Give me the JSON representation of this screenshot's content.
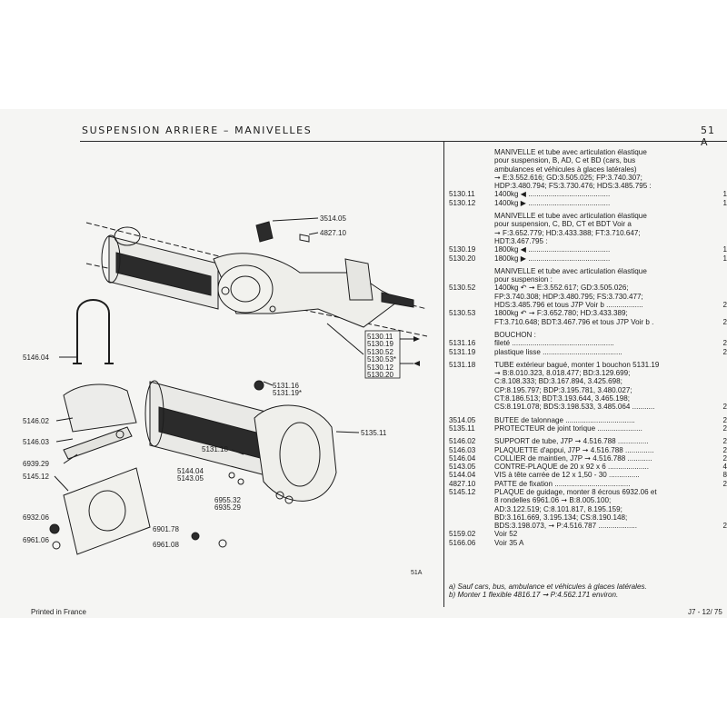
{
  "header": {
    "title": "SUSPENSION ARRIERE – MANIVELLES",
    "page_ref": "51 A"
  },
  "diagram": {
    "figure_label": "51A",
    "callouts": [
      {
        "id": "c1",
        "text": "3514.05"
      },
      {
        "id": "c2",
        "text": "4827.10"
      },
      {
        "id": "c3",
        "text": "5146.04"
      },
      {
        "id": "c4",
        "text": "5130.11"
      },
      {
        "id": "c5",
        "text": "5130.19"
      },
      {
        "id": "c6",
        "text": "5130.52"
      },
      {
        "id": "c7",
        "text": "5130.53*"
      },
      {
        "id": "c8",
        "text": "5130.12"
      },
      {
        "id": "c9",
        "text": "5130.20"
      },
      {
        "id": "c10",
        "text": "5131.16"
      },
      {
        "id": "c11",
        "text": "5131.19*"
      },
      {
        "id": "c12",
        "text": "5146.02"
      },
      {
        "id": "c13",
        "text": "5146.03"
      },
      {
        "id": "c14",
        "text": "5135.11"
      },
      {
        "id": "c15",
        "text": "5131.18"
      },
      {
        "id": "c16",
        "text": "6939.29"
      },
      {
        "id": "c17",
        "text": "5145.12"
      },
      {
        "id": "c18",
        "text": "5144.04"
      },
      {
        "id": "c19",
        "text": "5143.05"
      },
      {
        "id": "c20",
        "text": "6955.32"
      },
      {
        "id": "c21",
        "text": "6935.29"
      },
      {
        "id": "c22",
        "text": "6932.06"
      },
      {
        "id": "c23",
        "text": "6901.78"
      },
      {
        "id": "c24",
        "text": "6961.06"
      },
      {
        "id": "c25",
        "text": "6961.08"
      }
    ]
  },
  "parts": [
    {
      "ref": "",
      "desc": "MANIVELLE et tube avec articulation élastique",
      "qty": ""
    },
    {
      "ref": "",
      "desc": "pour suspension, B, AD, C et BD (cars, bus",
      "qty": ""
    },
    {
      "ref": "",
      "desc": "ambulances et véhicules à glaces latérales)",
      "qty": ""
    },
    {
      "ref": "",
      "desc": "➞ E:3.552.616; GD:3.505.025; FP:3.740.307;",
      "qty": ""
    },
    {
      "ref": "",
      "desc": "HDP:3.480.794; FS:3.730.476; HDS:3.485.795 :",
      "qty": ""
    },
    {
      "ref": "5130.11",
      "desc": "1400kg ◀ ........................................",
      "qty": "1"
    },
    {
      "ref": "5130.12",
      "desc": "1400kg ▶ ........................................",
      "qty": "1"
    },
    {
      "ref": "",
      "desc": "",
      "qty": "",
      "gap": true
    },
    {
      "ref": "",
      "desc": "MANIVELLE et tube avec articulation élastique",
      "qty": ""
    },
    {
      "ref": "",
      "desc": "pour suspension, C, BD, CT et BDT Voir a",
      "qty": ""
    },
    {
      "ref": "",
      "desc": "➞ F:3.652.779; HD:3.433.388; FT:3.710.647;",
      "qty": ""
    },
    {
      "ref": "",
      "desc": "HDT:3.467.795 :",
      "qty": ""
    },
    {
      "ref": "5130.19",
      "desc": "1800kg ◀ ........................................",
      "qty": "1"
    },
    {
      "ref": "5130.20",
      "desc": "1800kg ▶ ........................................",
      "qty": "1"
    },
    {
      "ref": "",
      "desc": "",
      "qty": "",
      "gap": true
    },
    {
      "ref": "",
      "desc": "MANIVELLE et tube avec articulation élastique",
      "qty": ""
    },
    {
      "ref": "",
      "desc": "pour suspension :",
      "qty": ""
    },
    {
      "ref": "5130.52",
      "desc": "1400kg ↶ ➞ E:3.552.617; GD:3.505.026;",
      "qty": ""
    },
    {
      "ref": "",
      "desc": "FP:3.740.308; HDP:3.480.795; FS:3.730.477;",
      "qty": ""
    },
    {
      "ref": "",
      "desc": "HDS:3.485.796 et tous J7P Voir b ..................",
      "qty": "2"
    },
    {
      "ref": "5130.53",
      "desc": "1800kg ↶ ➞ F:3.652.780; HD:3.433.389;",
      "qty": ""
    },
    {
      "ref": "",
      "desc": "FT:3.710.648; BDT:3.467.796 et tous J7P  Voir b .",
      "qty": "2"
    },
    {
      "ref": "",
      "desc": "",
      "qty": "",
      "gap": true
    },
    {
      "ref": "",
      "desc": "BOUCHON :",
      "qty": ""
    },
    {
      "ref": "5131.16",
      "desc": "fileté ..................................................",
      "qty": "2"
    },
    {
      "ref": "5131.19",
      "desc": "plastique lisse .......................................",
      "qty": "2"
    },
    {
      "ref": "",
      "desc": "",
      "qty": "",
      "gap": true
    },
    {
      "ref": "5131.18",
      "desc": "TUBE extérieur bagué, monter 1 bouchon 5131.19",
      "qty": ""
    },
    {
      "ref": "",
      "desc": "➞ B:8.010.323, 8.018.477; BD:3.129.699;",
      "qty": ""
    },
    {
      "ref": "",
      "desc": "C:8.108.333; BD:3.167.894, 3.425.698;",
      "qty": ""
    },
    {
      "ref": "",
      "desc": "CP:8.195.797; BDP:3.195.781, 3.480.027;",
      "qty": ""
    },
    {
      "ref": "",
      "desc": "CT:8.186.513; BDT:3.193.644, 3.465.198;",
      "qty": ""
    },
    {
      "ref": "",
      "desc": "CS:8.191.078; BDS:3.198.533, 3.485.064 ...........",
      "qty": "2"
    },
    {
      "ref": "",
      "desc": "",
      "qty": "",
      "gap": true
    },
    {
      "ref": "3514.05",
      "desc": "BUTEE de talonnage ..................................",
      "qty": "2"
    },
    {
      "ref": "5135.11",
      "desc": "PROTECTEUR de joint torique ......................",
      "qty": "2"
    },
    {
      "ref": "",
      "desc": "",
      "qty": "",
      "gap": true
    },
    {
      "ref": "5146.02",
      "desc": "SUPPORT de tube, J7P ➞ 4.516.788 ...............",
      "qty": "2"
    },
    {
      "ref": "5146.03",
      "desc": "PLAQUETTE d'appui, J7P ➞ 4.516.788 ..............",
      "qty": "2"
    },
    {
      "ref": "5146.04",
      "desc": "COLLIER de maintien, J7P ➞ 4.516.788 ............",
      "qty": "2"
    },
    {
      "ref": "5143.05",
      "desc": "CONTRE-PLAQUE de 20 x 92 x 6 ....................",
      "qty": "4"
    },
    {
      "ref": "5144.04",
      "desc": "VIS à tête carrée de 12 x 1,50 - 30 ...............",
      "qty": "8"
    },
    {
      "ref": "4827.10",
      "desc": "PATTE de fixation .....................................",
      "qty": "2"
    },
    {
      "ref": "5145.12",
      "desc": "PLAQUE de guidage, monter 8 écrous 6932.06 et",
      "qty": ""
    },
    {
      "ref": "",
      "desc": "8 rondelles 6961.06 ➞ B:8.005.100;",
      "qty": ""
    },
    {
      "ref": "",
      "desc": "AD:3.122.519; C:8.101.817, 8.195.159;",
      "qty": ""
    },
    {
      "ref": "",
      "desc": "BD:3.161.669, 3.195.134; CS:8.190.148;",
      "qty": ""
    },
    {
      "ref": "",
      "desc": "BDS:3.198.073, ➞ P:4.516.787 ...................",
      "qty": "2"
    },
    {
      "ref": "5159.02",
      "desc": "Voir 52",
      "qty": ""
    },
    {
      "ref": "5166.06",
      "desc": "Voir 35 A",
      "qty": ""
    }
  ],
  "notes": [
    "a) Sauf cars, bus, ambulance et véhicules à glaces latérales.",
    "b) Monter 1 flexible 4816.17 ➞ P:4.562.171 environ."
  ],
  "footer": {
    "left": "Printed in France",
    "right": "J7 - 12/ 75"
  },
  "colors": {
    "ink": "#1c1c1c",
    "paper": "#f5f5f3",
    "background": "#ffffff"
  }
}
